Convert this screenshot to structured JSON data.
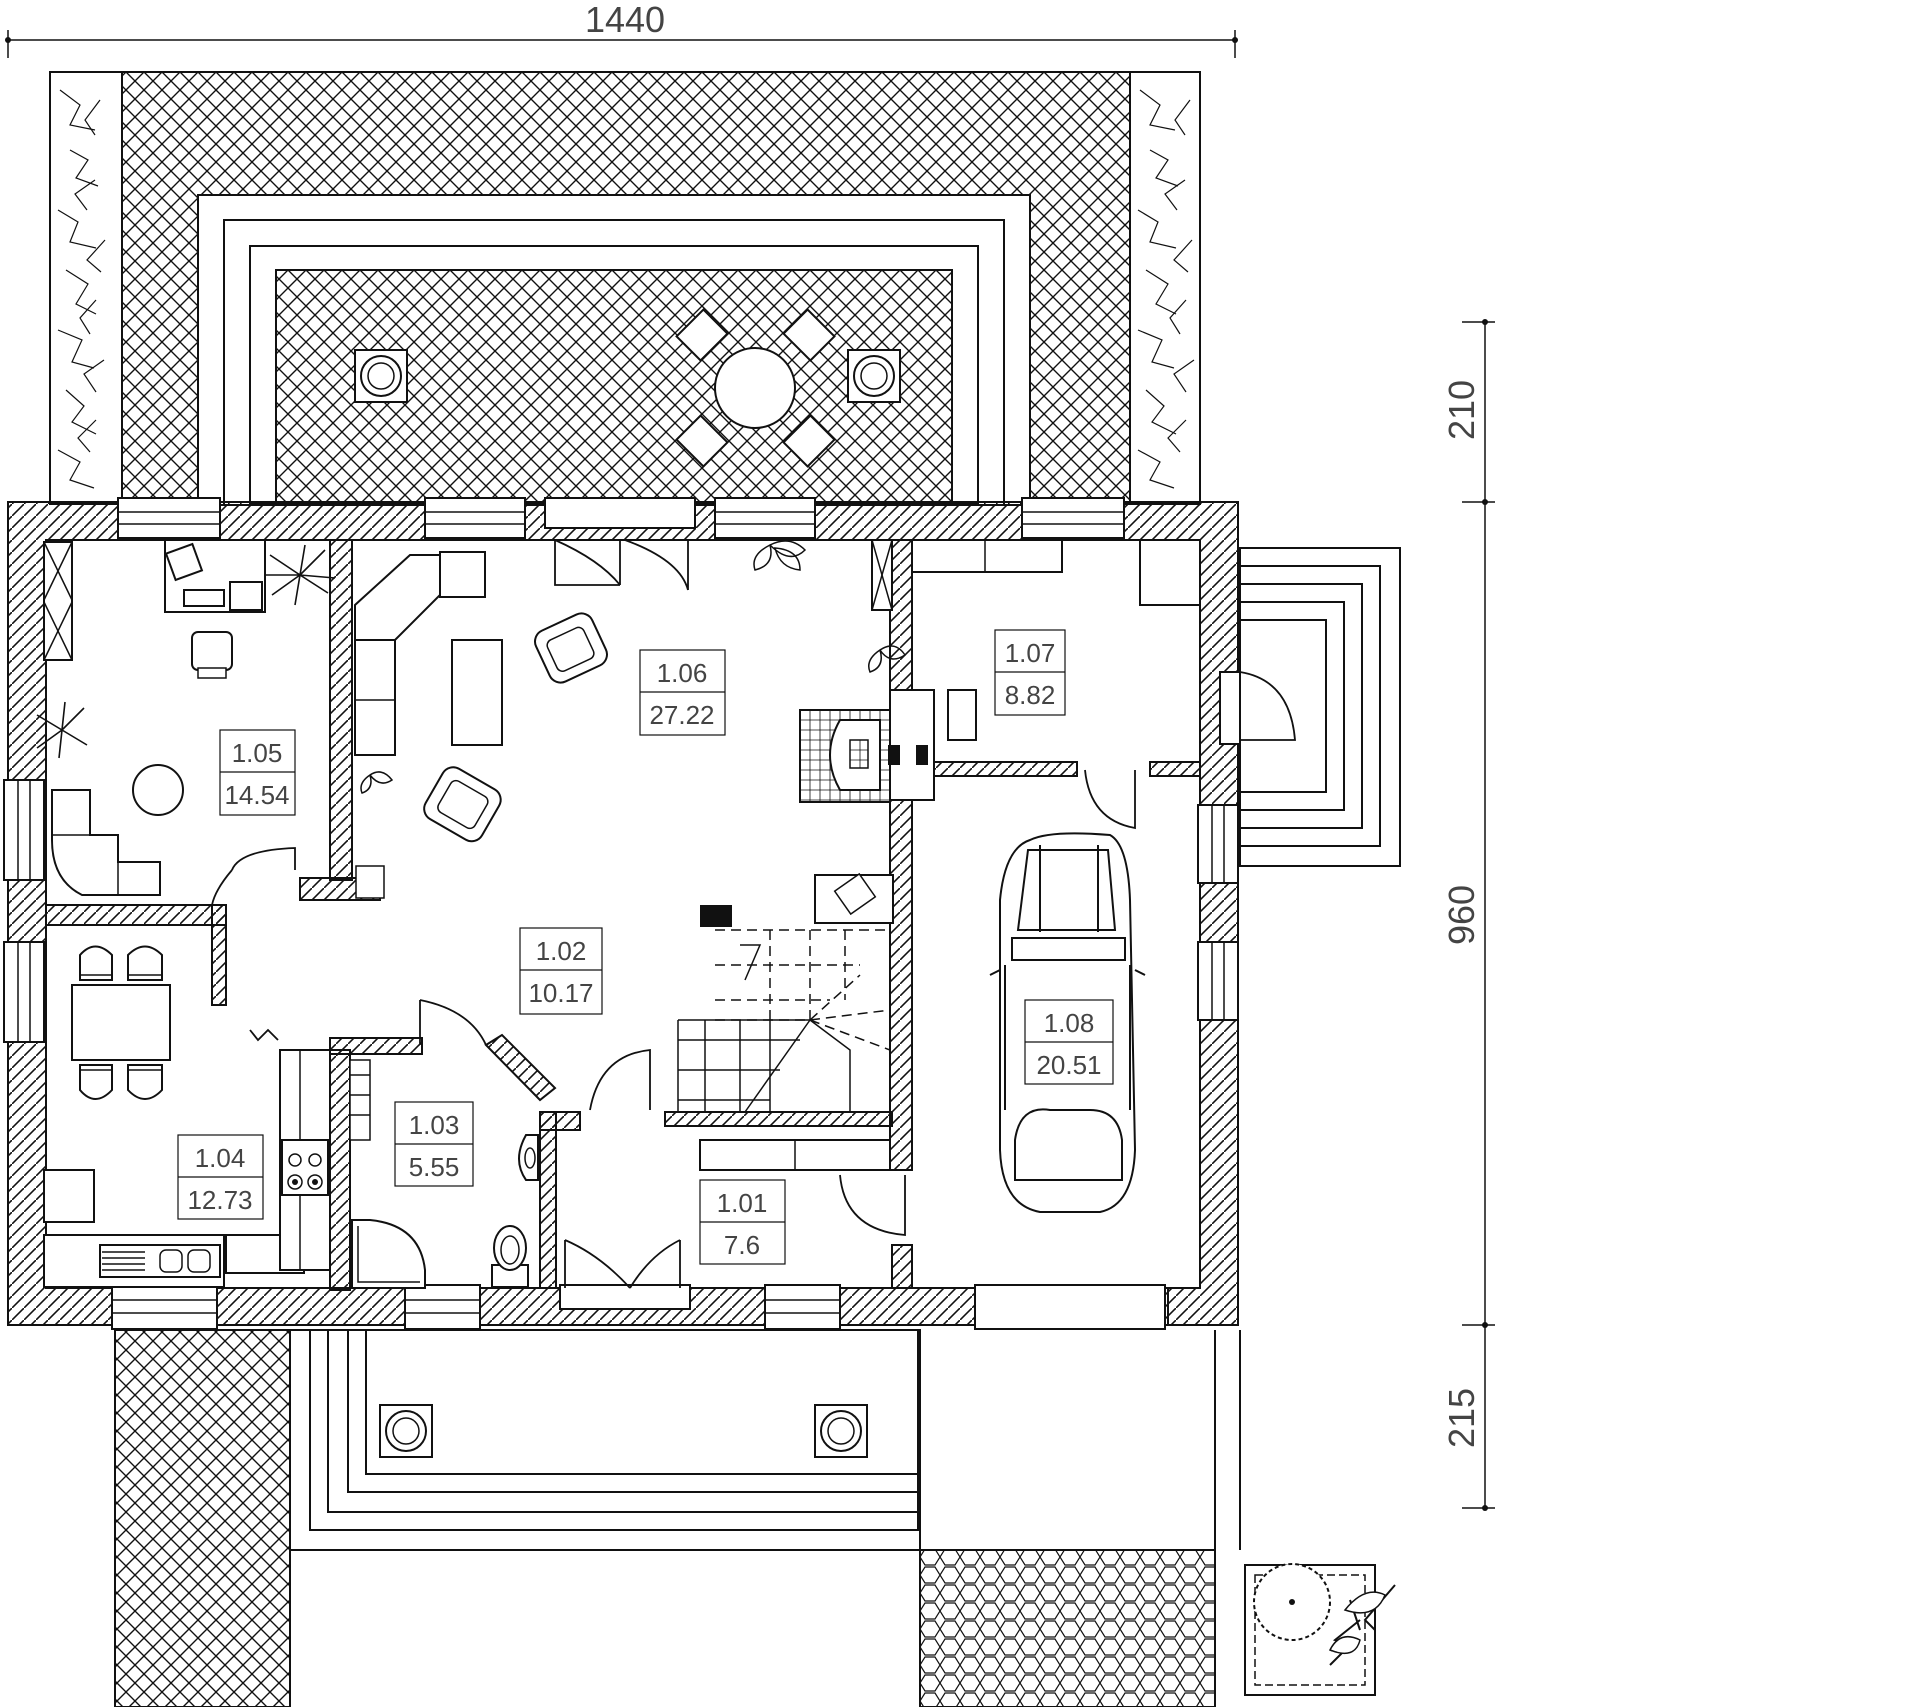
{
  "dimensions": {
    "top": "1440",
    "right_top": "210",
    "right_middle": "960",
    "right_bottom": "215"
  },
  "rooms": [
    {
      "id": "room-1-01",
      "number": "1.01",
      "area": "7.6"
    },
    {
      "id": "room-1-02",
      "number": "1.02",
      "area": "10.17"
    },
    {
      "id": "room-1-03",
      "number": "1.03",
      "area": "5.55"
    },
    {
      "id": "room-1-04",
      "number": "1.04",
      "area": "12.73"
    },
    {
      "id": "room-1-05",
      "number": "1.05",
      "area": "14.54"
    },
    {
      "id": "room-1-06",
      "number": "1.06",
      "area": "27.22"
    },
    {
      "id": "room-1-07",
      "number": "1.07",
      "area": "8.82"
    },
    {
      "id": "room-1-08",
      "number": "1.08",
      "area": "20.51"
    }
  ],
  "colors": {
    "line": "#111111",
    "text": "#444444",
    "background": "#ffffff"
  },
  "icons": [
    "plant-icon",
    "car-icon",
    "stove-icon",
    "sink-icon",
    "toilet-icon",
    "sofa-icon",
    "armchair-icon",
    "table-icon",
    "stair-icon",
    "tree-icon",
    "lamp-icon"
  ]
}
